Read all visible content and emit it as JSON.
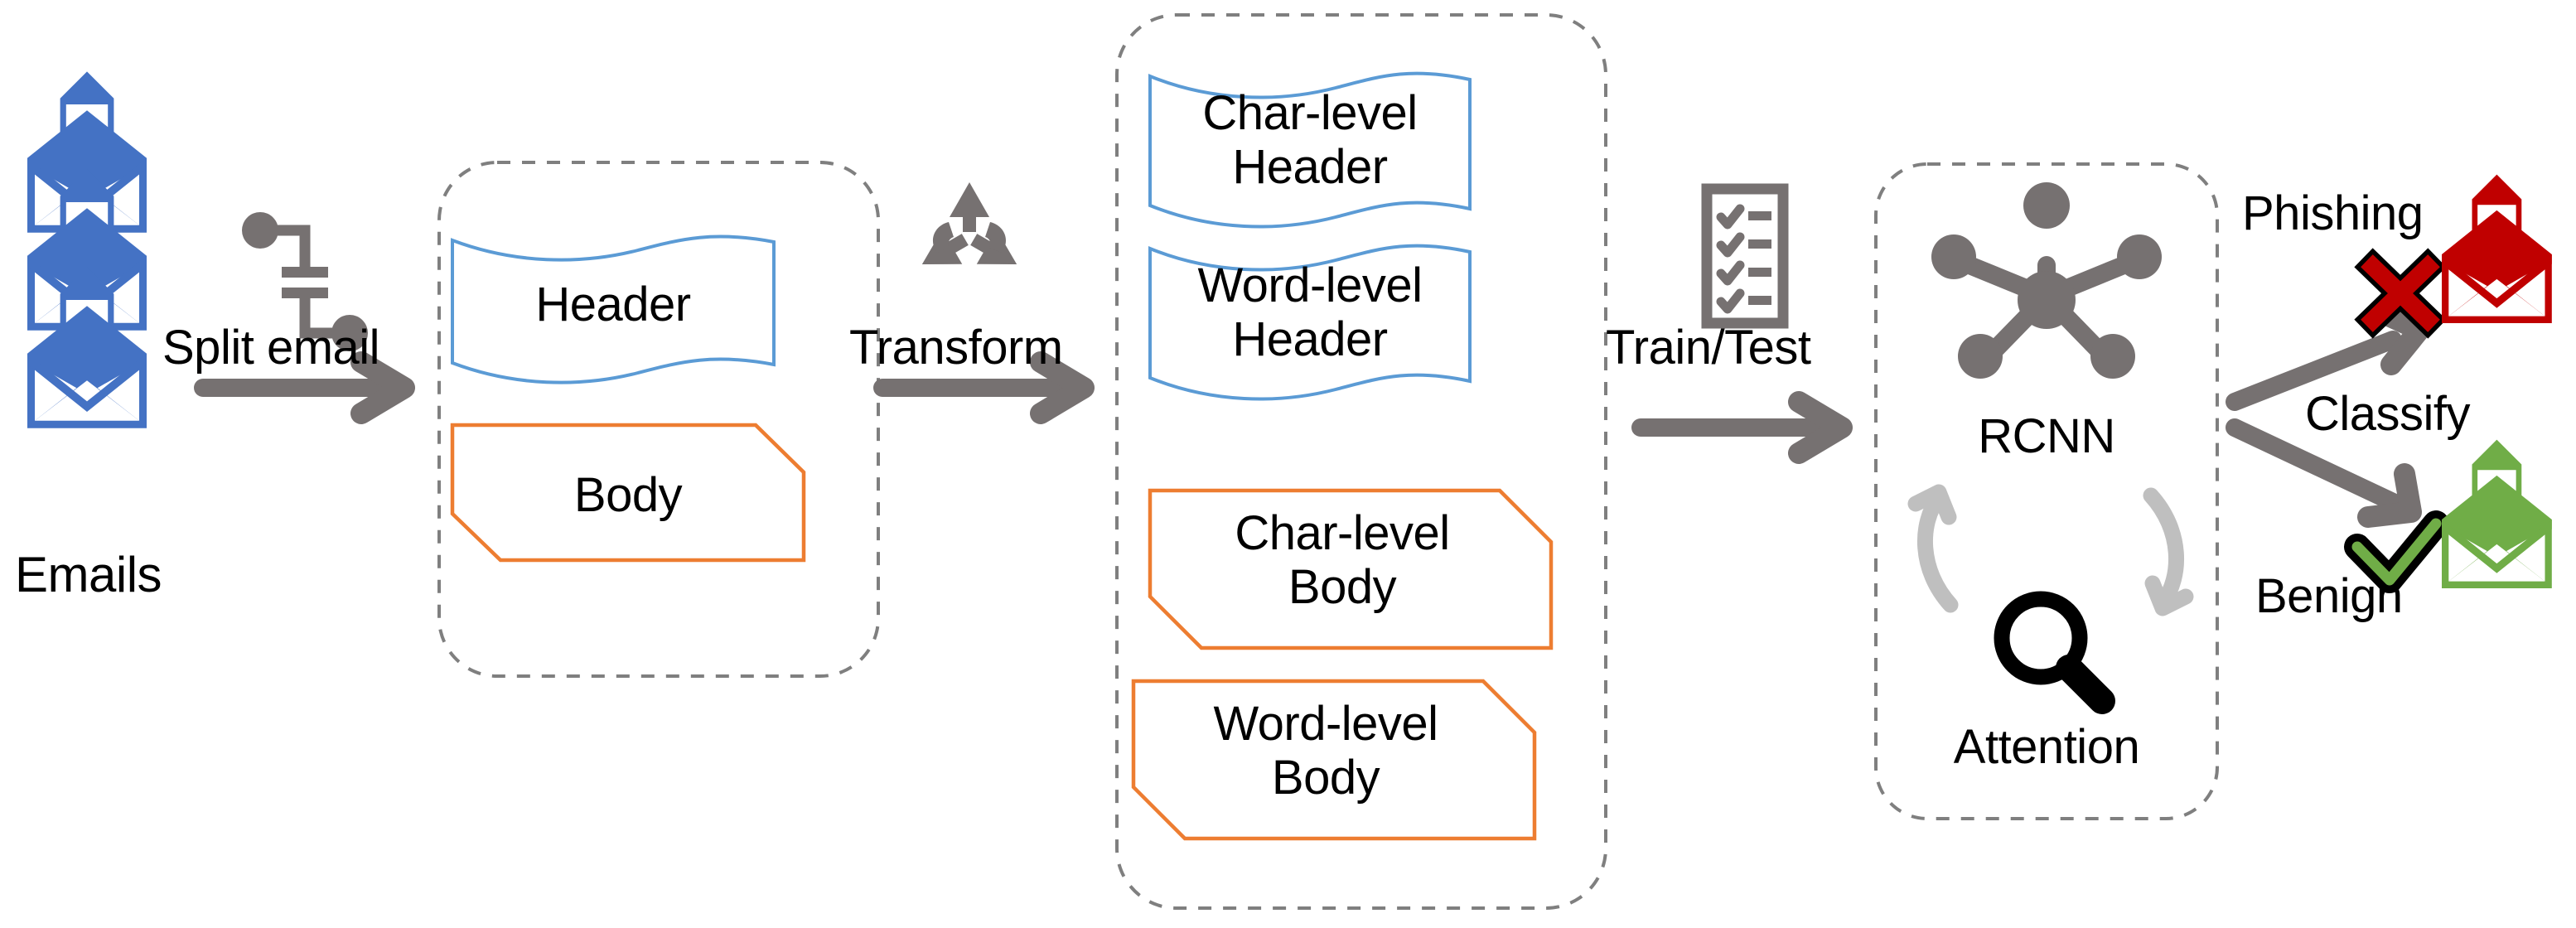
{
  "diagram": {
    "title": "Phishing email detection pipeline",
    "colors": {
      "email_blue": "#4472C4",
      "header_outline": "#5B9BD5",
      "body_outline": "#ED7D31",
      "arrow_gray": "#767171",
      "dashed_gray": "#7F7F7F",
      "attention_arrow_gray": "#BFBFBF",
      "phishing_red": "#C00000",
      "benign_green": "#70AD47",
      "text_black": "#000000"
    }
  },
  "stages": {
    "emails": {
      "label": "Emails",
      "icon": "email-stack-icon",
      "count": 3
    },
    "split": {
      "label": "Split email",
      "icon": "split-branch-icon",
      "arrow": "arrow-right-icon"
    },
    "email_parts": {
      "header": {
        "label": "Header",
        "shape": "wave-document",
        "color": "#5B9BD5"
      },
      "body": {
        "label": "Body",
        "shape": "cut-corner-rect",
        "color": "#ED7D31"
      }
    },
    "transform": {
      "label": "Transform",
      "icon": "recycle-icon",
      "arrow": "arrow-right-icon"
    },
    "representations": {
      "items": [
        {
          "label_line1": "Char-level",
          "label_line2": "Header",
          "shape": "wave-document",
          "color": "#5B9BD5"
        },
        {
          "label_line1": "Word-level",
          "label_line2": "Header",
          "shape": "wave-document",
          "color": "#5B9BD5"
        },
        {
          "label_line1": "Char-level",
          "label_line2": "Body",
          "shape": "cut-corner-rect",
          "color": "#ED7D31"
        },
        {
          "label_line1": "Word-level",
          "label_line2": "Body",
          "shape": "cut-corner-rect",
          "color": "#ED7D31"
        }
      ]
    },
    "train_test": {
      "label": "Train/Test",
      "icon": "checklist-icon",
      "arrow": "arrow-right-icon"
    },
    "model": {
      "rcnn": {
        "label": "RCNN",
        "icon": "network-hub-icon"
      },
      "attention": {
        "label": "Attention",
        "icon": "magnifier-icon",
        "loop_icon": "circular-arrows-icon"
      }
    },
    "classify": {
      "label": "Classify",
      "arrow_up": "arrow-up-right-icon",
      "arrow_down": "arrow-down-right-icon"
    },
    "outcomes": [
      {
        "label": "Phishing",
        "mark": "x-mark-icon",
        "icon": "email-red-icon",
        "color": "#C00000"
      },
      {
        "label": "Benign",
        "mark": "check-mark-icon",
        "icon": "email-green-icon",
        "color": "#70AD47"
      }
    ]
  }
}
